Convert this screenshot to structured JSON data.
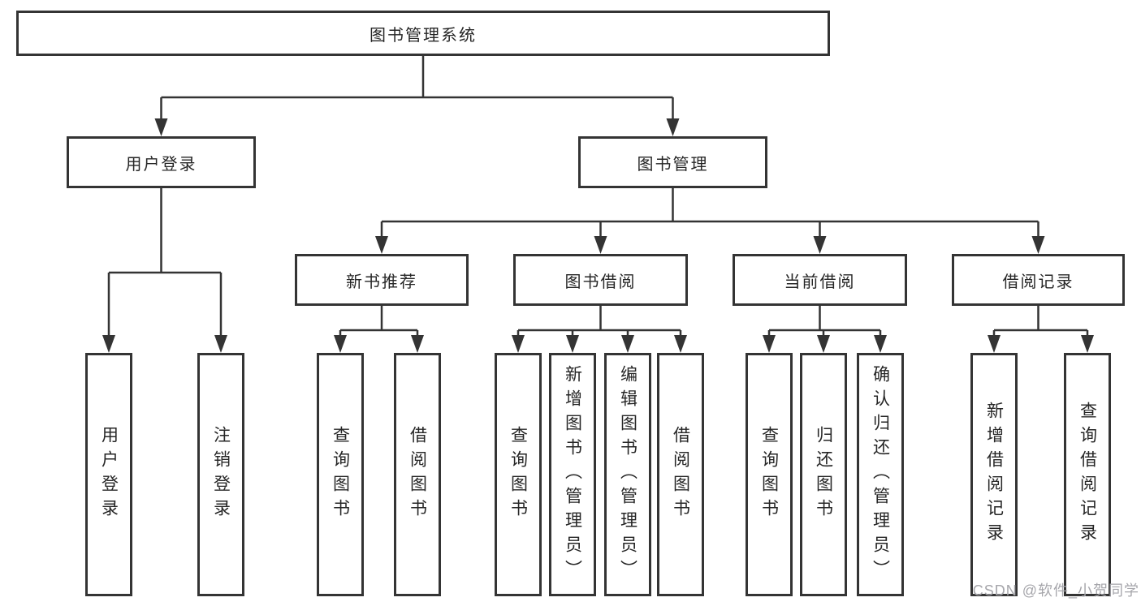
{
  "diagram_title": "图书管理系统",
  "tree": {
    "root": {
      "label": "图书管理系统"
    },
    "branches": [
      {
        "label": "用户登录",
        "children": [
          {
            "label": "用户登录"
          },
          {
            "label": "注销登录"
          }
        ]
      },
      {
        "label": "图书管理",
        "children": [
          {
            "label": "新书推荐",
            "children": [
              {
                "label": "查询图书"
              },
              {
                "label": "借阅图书"
              }
            ]
          },
          {
            "label": "图书借阅",
            "children": [
              {
                "label": "查询图书"
              },
              {
                "label": "新增图书（管理员）"
              },
              {
                "label": "编辑图书（管理员）"
              },
              {
                "label": "借阅图书"
              }
            ]
          },
          {
            "label": "当前借阅",
            "children": [
              {
                "label": "查询图书"
              },
              {
                "label": "归还图书"
              },
              {
                "label": "确认归还（管理员）"
              }
            ]
          },
          {
            "label": "借阅记录",
            "children": [
              {
                "label": "新增借阅记录"
              },
              {
                "label": "查询借阅记录"
              }
            ]
          }
        ]
      }
    ]
  },
  "watermark": {
    "text": "CSDN @软件_小贺同学"
  },
  "colors": {
    "line": "#343434",
    "box_border": "#343434",
    "text": "#262626",
    "watermark": "#a6a6ab",
    "background": "#ffffff"
  }
}
